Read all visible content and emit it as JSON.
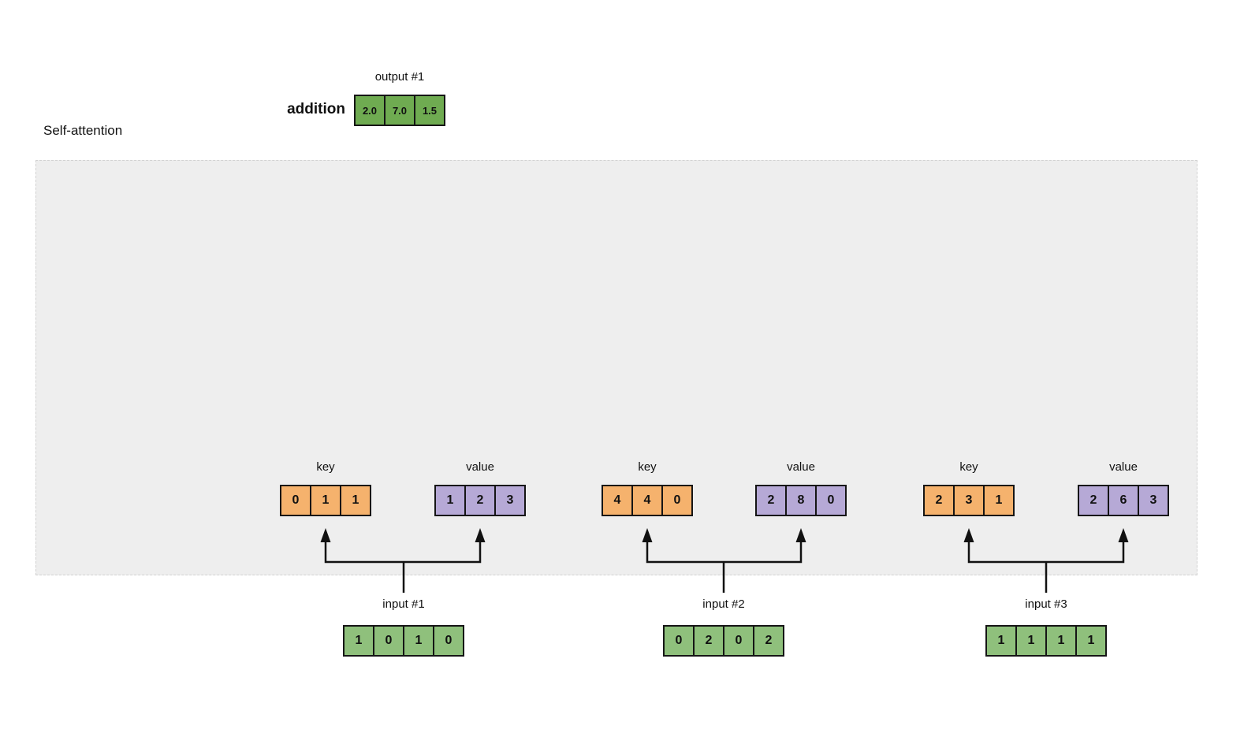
{
  "title": "Self-attention",
  "colors": {
    "panel_background": "#eeeeee",
    "output_green": "#6fab51",
    "input_green": "#8fc07c",
    "key_orange": "#f5b26d",
    "value_purple": "#b6a9d6",
    "cell_border": "#151515",
    "arrow": "#111111"
  },
  "output": {
    "label": "output #1",
    "operation": "addition",
    "values": [
      "2.0",
      "7.0",
      "1.5"
    ]
  },
  "groups": [
    {
      "key_label": "key",
      "value_label": "value",
      "input_label": "input #1",
      "key": [
        "0",
        "1",
        "1"
      ],
      "value": [
        "1",
        "2",
        "3"
      ],
      "input": [
        "1",
        "0",
        "1",
        "0"
      ]
    },
    {
      "key_label": "key",
      "value_label": "value",
      "input_label": "input #2",
      "key": [
        "4",
        "4",
        "0"
      ],
      "value": [
        "2",
        "8",
        "0"
      ],
      "input": [
        "0",
        "2",
        "0",
        "2"
      ]
    },
    {
      "key_label": "key",
      "value_label": "value",
      "input_label": "input #3",
      "key": [
        "2",
        "3",
        "1"
      ],
      "value": [
        "2",
        "6",
        "3"
      ],
      "input": [
        "1",
        "1",
        "1",
        "1"
      ]
    }
  ]
}
